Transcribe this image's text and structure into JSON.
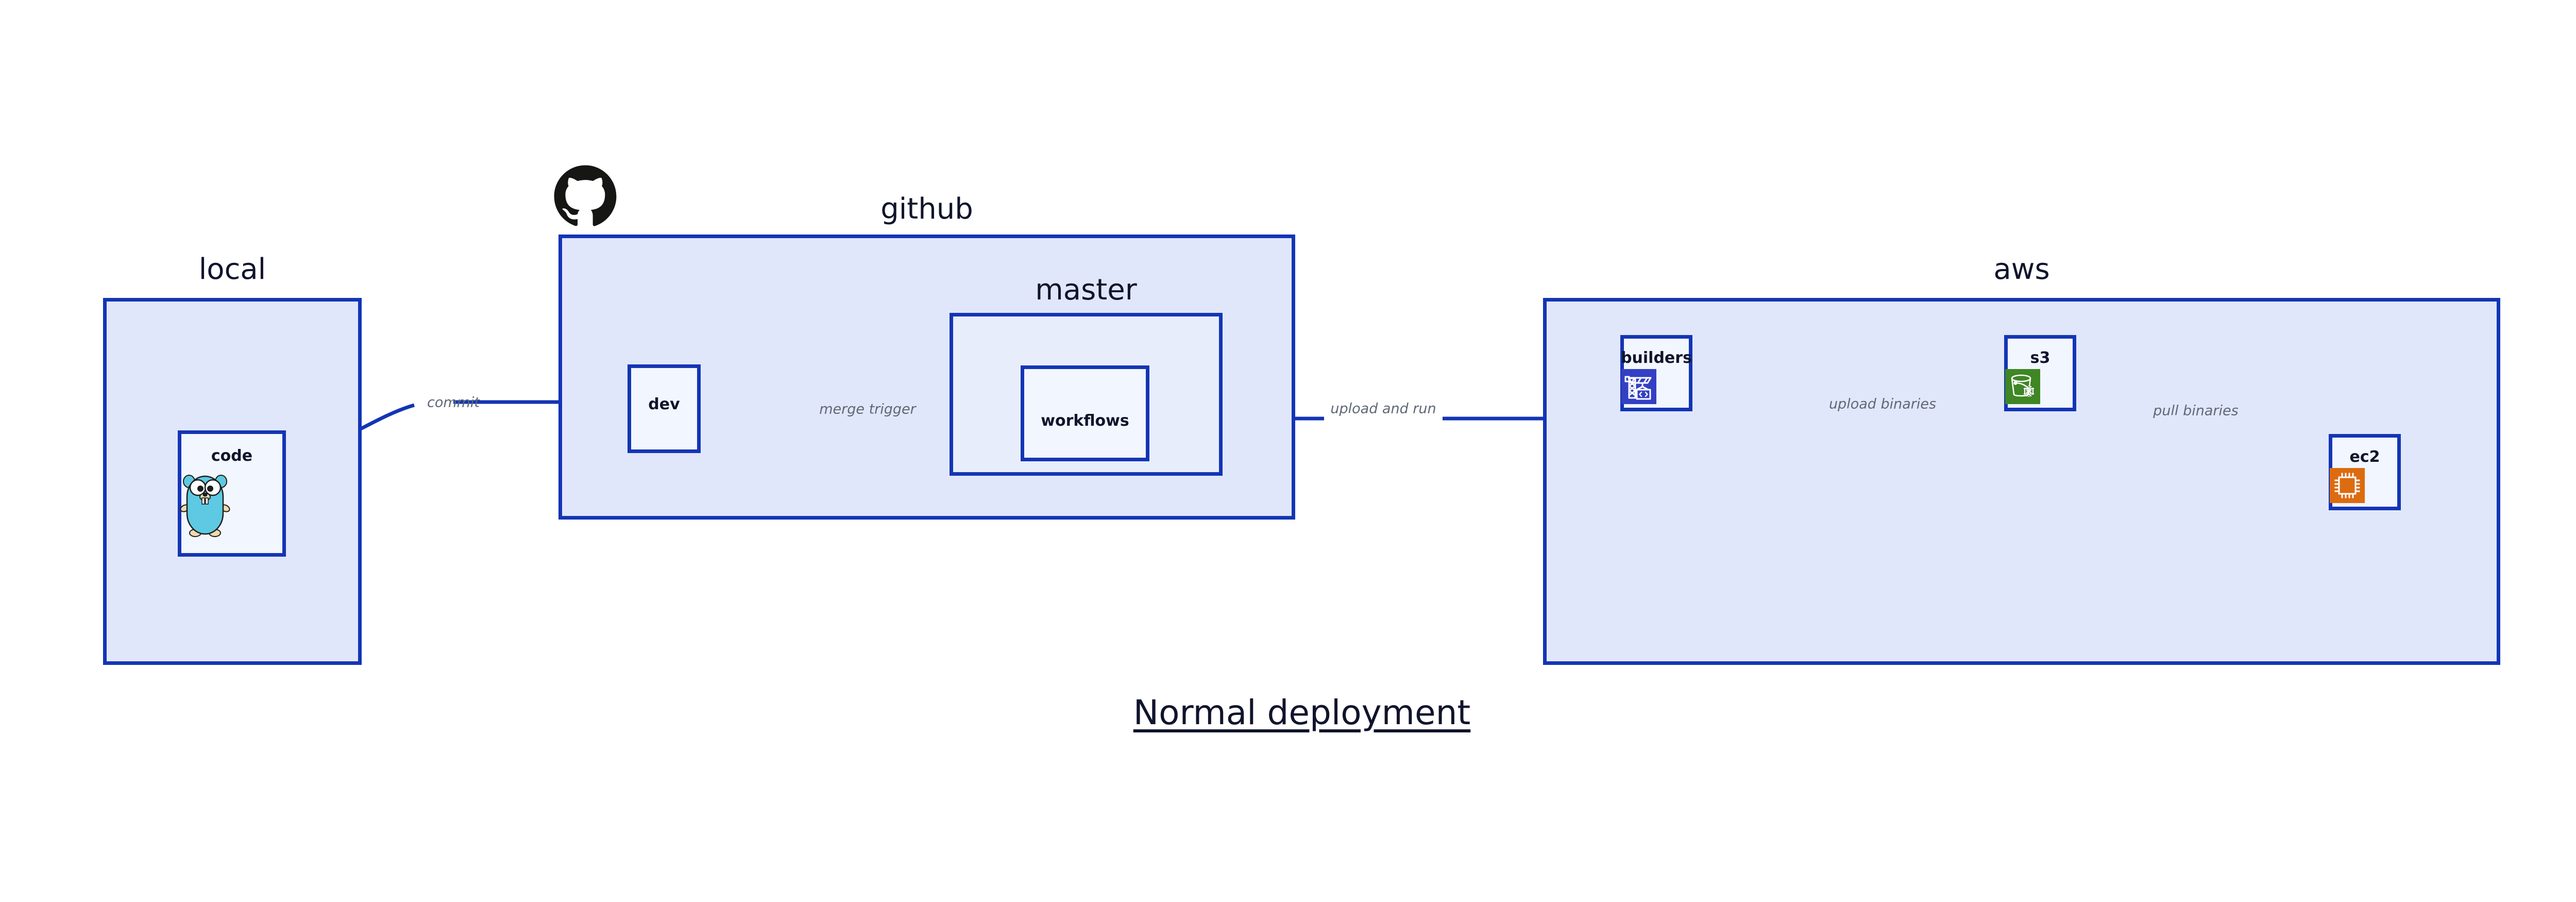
{
  "diagram": {
    "title": "Normal deployment",
    "colors": {
      "border": "#1335b5",
      "group_fill": "#e1e7fa",
      "group_fill_nested": "#e8edfc",
      "node_fill": "#f2f6fe",
      "node_text": "#10142c",
      "edge_label_text": "#5f6876",
      "background": "#ffffff",
      "s3_icon": "#3f8624",
      "ec2_icon": "#dd6b10",
      "builders_icon": "#3440c4",
      "gopher": "#5dc9e2",
      "octocat": "#161614"
    }
  },
  "groups": [
    {
      "id": "local",
      "label": "local",
      "label_align": "center"
    },
    {
      "id": "github",
      "label": "github",
      "label_align": "right"
    },
    {
      "id": "master",
      "label": "master",
      "label_align": "center"
    },
    {
      "id": "aws",
      "label": "aws",
      "label_align": "center"
    }
  ],
  "nodes": [
    {
      "id": "code",
      "label": "code",
      "icon": "go-gopher-icon"
    },
    {
      "id": "dev",
      "label": "dev",
      "icon": null
    },
    {
      "id": "workflows",
      "label": "workflows",
      "icon": null
    },
    {
      "id": "builders",
      "label": "builders",
      "icon": "aws-builders-crane-icon"
    },
    {
      "id": "s3",
      "label": "s3",
      "icon": "aws-s3-bucket-icon"
    },
    {
      "id": "ec2",
      "label": "ec2",
      "icon": "aws-ec2-chip-icon"
    }
  ],
  "edges": [
    {
      "id": "code-to-dev",
      "from": "code",
      "to": "dev",
      "label": "commit"
    },
    {
      "id": "dev-to-workflows",
      "from": "dev",
      "to": "workflows",
      "label": "merge trigger"
    },
    {
      "id": "workflows-to-builders",
      "from": "workflows",
      "to": "builders",
      "label": "upload and run"
    },
    {
      "id": "builders-to-s3",
      "from": "builders",
      "to": "s3",
      "label": "upload binaries"
    },
    {
      "id": "s3-to-ec2",
      "from": "s3",
      "to": "ec2",
      "label": "pull binaries"
    }
  ],
  "logos": [
    {
      "id": "github-octocat",
      "name": "github-octocat-logo"
    }
  ]
}
